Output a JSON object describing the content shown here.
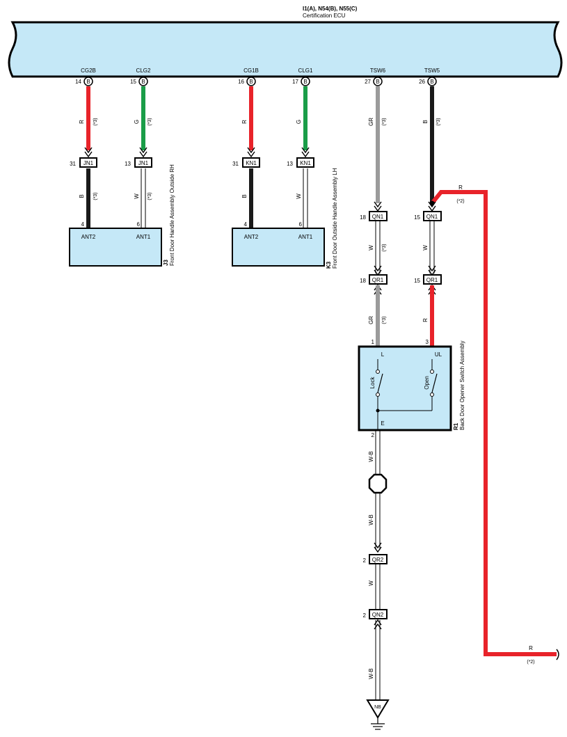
{
  "header": {
    "connectors": "I1(A), N54(B), N55(C)",
    "component": "Certification ECU"
  },
  "ecu_pins": [
    {
      "name": "CG2B",
      "num": "14",
      "conn": "B"
    },
    {
      "name": "CLG2",
      "num": "15",
      "conn": "B"
    },
    {
      "name": "CG1B",
      "num": "16",
      "conn": "B"
    },
    {
      "name": "CLG1",
      "num": "17",
      "conn": "B"
    },
    {
      "name": "TSW6",
      "num": "27",
      "conn": "B"
    },
    {
      "name": "TSW5",
      "num": "26",
      "conn": "B"
    }
  ],
  "wire_colors": {
    "R": "#e8232a",
    "G": "#1a9d48",
    "B": "#1a1a1a",
    "GR": "#9b9b9b",
    "W": "#ffffff",
    "W-B": "#ffffff"
  },
  "wires": {
    "cg2b_top": {
      "color": "R",
      "note": "(*3)"
    },
    "clg2_top": {
      "color": "G",
      "note": "(*3)"
    },
    "cg1b_top": {
      "color": "R"
    },
    "clg1_top": {
      "color": "G"
    },
    "tsw6_top": {
      "color": "GR",
      "note": "(*3)"
    },
    "tsw5_top": {
      "color": "B",
      "note": "(*3)"
    },
    "j3_ant2": {
      "color": "B",
      "note": "(*3)"
    },
    "j3_ant1": {
      "color": "W",
      "note": "(*3)"
    },
    "k3_ant2": {
      "color": "B"
    },
    "k3_ant1": {
      "color": "W"
    },
    "qn1_qr1_a": {
      "color": "W",
      "note": "(*3)"
    },
    "qn1_qr1_b": {
      "color": "W"
    },
    "qr1_r1_l": {
      "color": "GR",
      "note": "(*3)"
    },
    "qr1_r1_ul": {
      "color": "R"
    },
    "r1_ground_a": {
      "color": "W-B"
    },
    "r1_ground_b": {
      "color": "W-B"
    },
    "qr2_qn2": {
      "color": "W"
    },
    "qn2_nb": {
      "color": "W-B"
    },
    "branch_r": {
      "color": "R",
      "note": "(*2)"
    },
    "branch_r_end": {
      "color": "R",
      "note": "(*2)"
    }
  },
  "connectors": {
    "jn1_a": {
      "label": "JN1",
      "pin": "31"
    },
    "jn1_b": {
      "label": "JN1",
      "pin": "13"
    },
    "kn1_a": {
      "label": "KN1",
      "pin": "31"
    },
    "kn1_b": {
      "label": "KN1",
      "pin": "13"
    },
    "qn1_a": {
      "label": "QN1",
      "pin": "18"
    },
    "qn1_b": {
      "label": "QN1",
      "pin": "15"
    },
    "qr1_a": {
      "label": "QR1",
      "pin": "18"
    },
    "qr1_b": {
      "label": "QR1",
      "pin": "15"
    },
    "qr2": {
      "label": "QR2",
      "pin": "2"
    },
    "qn2": {
      "label": "QN2",
      "pin": "2"
    }
  },
  "components": {
    "j3": {
      "id": "J3",
      "name": "Front Door Handle Assembly Outside RH",
      "pins": [
        {
          "num": "4",
          "label": "ANT2"
        },
        {
          "num": "6",
          "label": "ANT1"
        }
      ]
    },
    "k3": {
      "id": "K3",
      "name": "Front Door Outside Handle Assembly LH",
      "pins": [
        {
          "num": "4",
          "label": "ANT2"
        },
        {
          "num": "6",
          "label": "ANT1"
        }
      ]
    },
    "r1": {
      "id": "R1",
      "name": "Back Door Opener Switch Assembly",
      "pins": [
        {
          "num": "1",
          "label": "L"
        },
        {
          "num": "3",
          "label": "UL"
        },
        {
          "num": "2",
          "label": "E"
        }
      ],
      "switches": [
        "Lock",
        "Open"
      ]
    }
  },
  "ground": {
    "label": "NB"
  }
}
